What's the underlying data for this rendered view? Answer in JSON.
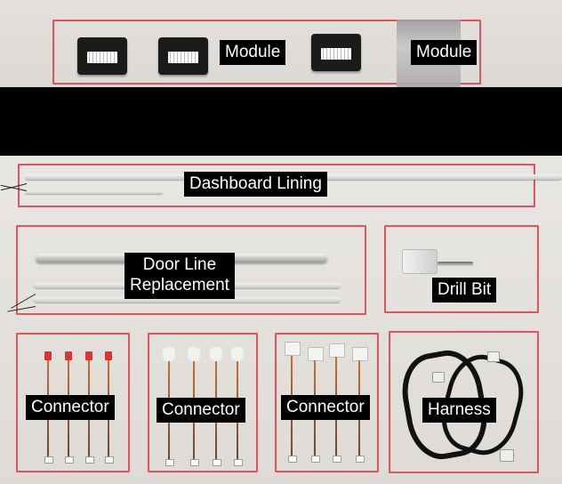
{
  "labels": {
    "module_1": "Module",
    "module_2": "Module",
    "dashboard": "Dashboard Lining",
    "door_line": "Door Line\nReplacement",
    "drill_bit": "Drill Bit",
    "connector_1": "Connector",
    "connector_2": "Connector",
    "connector_3": "Connector",
    "harness": "Harness"
  },
  "colors": {
    "frame": "#e0535f",
    "label_bg": "#000000",
    "label_text": "#ffffff"
  }
}
